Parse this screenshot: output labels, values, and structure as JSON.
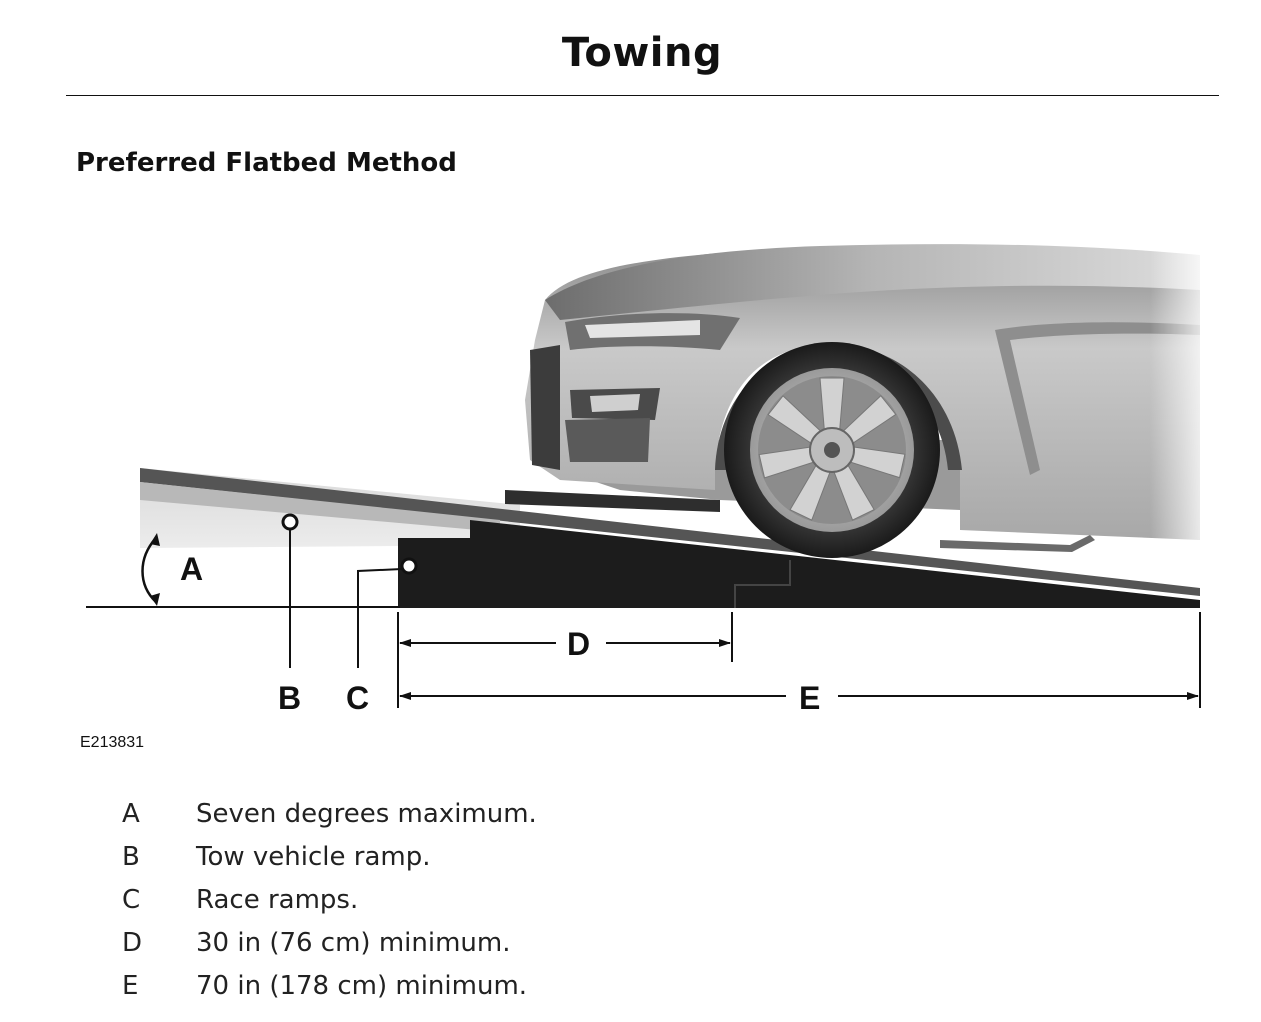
{
  "header": {
    "title": "Towing"
  },
  "section": {
    "heading": "Preferred Flatbed Method"
  },
  "figure": {
    "id": "E213831",
    "labels": {
      "a": "A",
      "b": "B",
      "c": "C",
      "d": "D",
      "e": "E"
    }
  },
  "legend": {
    "items": [
      {
        "letter": "A",
        "text": "Seven degrees maximum."
      },
      {
        "letter": "B",
        "text": "Tow vehicle ramp."
      },
      {
        "letter": "C",
        "text": "Race ramps."
      },
      {
        "letter": "D",
        "text": "30 in (76 cm) minimum."
      },
      {
        "letter": "E",
        "text": "70 in (178 cm) minimum."
      }
    ]
  }
}
